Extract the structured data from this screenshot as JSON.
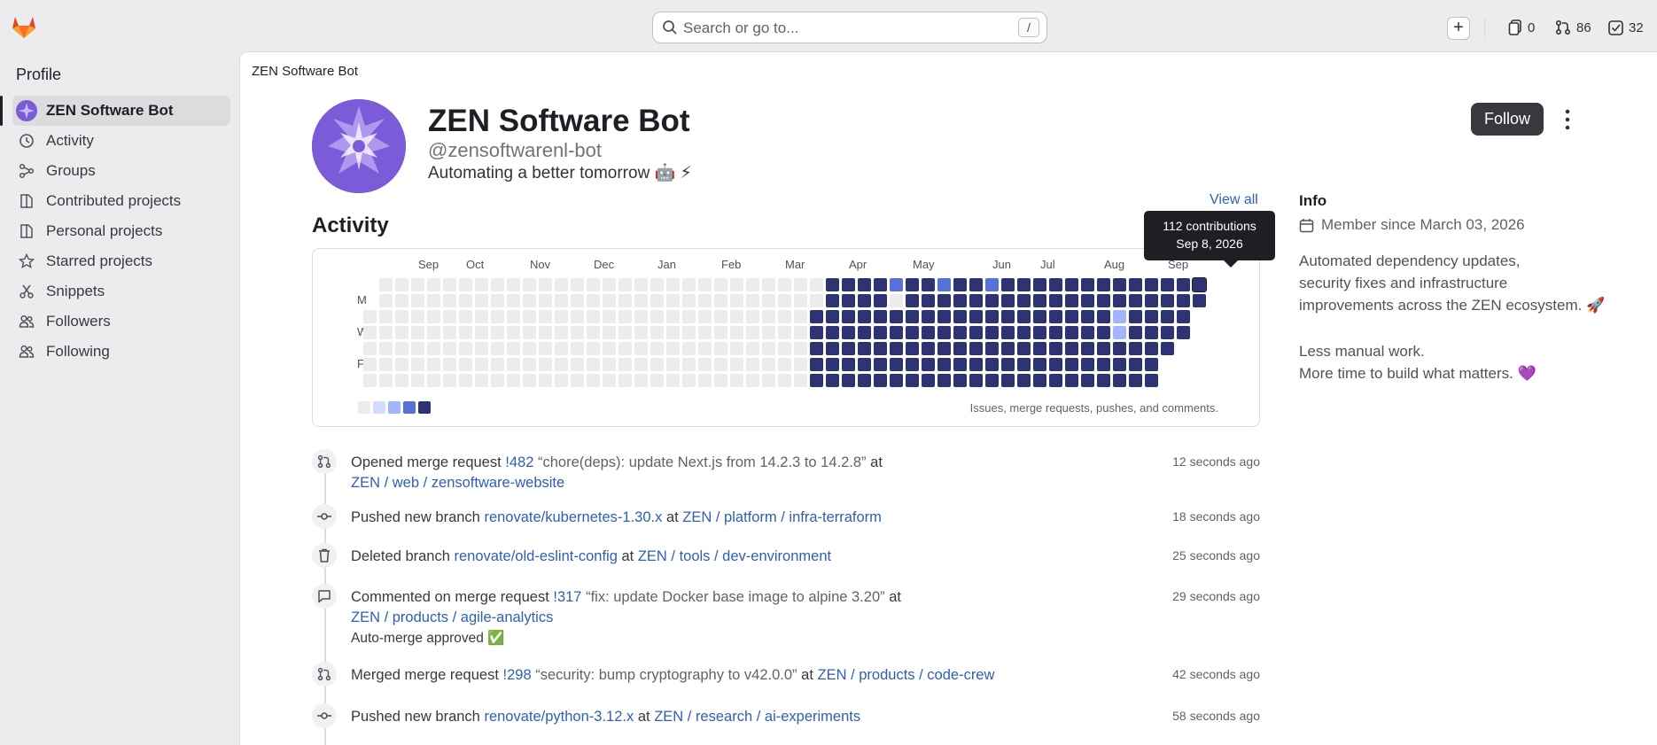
{
  "topbar": {
    "search_placeholder": "Search or go to...",
    "search_shortcut": "/",
    "counters": {
      "issues": "0",
      "merge_requests": "86",
      "todos": "32"
    }
  },
  "sidebar": {
    "title": "Profile",
    "items": [
      {
        "label": "ZEN Software Bot",
        "icon": "avatar"
      },
      {
        "label": "Activity",
        "icon": "history-icon"
      },
      {
        "label": "Groups",
        "icon": "group-icon"
      },
      {
        "label": "Contributed projects",
        "icon": "project-icon"
      },
      {
        "label": "Personal projects",
        "icon": "project-icon"
      },
      {
        "label": "Starred projects",
        "icon": "star-icon"
      },
      {
        "label": "Snippets",
        "icon": "snippet-icon"
      },
      {
        "label": "Followers",
        "icon": "users-icon"
      },
      {
        "label": "Following",
        "icon": "users-icon"
      }
    ]
  },
  "breadcrumb": "ZEN Software Bot",
  "profile": {
    "name": "ZEN Software Bot",
    "handle": "@zensoftwarenl-bot",
    "bio": "Automating a better tomorrow 🤖 ⚡",
    "follow_label": "Follow"
  },
  "activity": {
    "heading": "Activity",
    "view_all": "View all",
    "months": [
      "Sep",
      "Oct",
      "Nov",
      "Dec",
      "Jan",
      "Feb",
      "Mar",
      "Apr",
      "May",
      "Jun",
      "Jul",
      "Aug",
      "Sep"
    ],
    "day_labels": [
      "M",
      "W",
      "F"
    ],
    "legend_note": "Issues, merge requests, pushes, and comments.",
    "tooltip_line1": "112 contributions",
    "tooltip_line2": "Sep 8, 2026",
    "colors": {
      "empty": "#ececef",
      "l1": "#d2dcff",
      "l2": "#a2b6fd",
      "l3": "#5772d6",
      "l4": "#2e3473"
    }
  },
  "events": [
    {
      "icon": "merge-request-icon",
      "action": "Opened merge request",
      "ref": "!482",
      "title": "“chore(deps): update Next.js from 14.2.3 to 14.2.8”",
      "at": "at",
      "project": "ZEN / web / zensoftware-website",
      "time": "12 seconds ago"
    },
    {
      "icon": "commit-icon",
      "action": "Pushed new branch",
      "ref": "renovate/kubernetes-1.30.x",
      "at": "at",
      "project": "ZEN / platform / infra-terraform",
      "time": "18 seconds ago"
    },
    {
      "icon": "trash-icon",
      "action": "Deleted branch",
      "ref": "renovate/old-eslint-config",
      "at": "at",
      "project": "ZEN / tools / dev-environment",
      "time": "25 seconds ago"
    },
    {
      "icon": "comment-icon",
      "action": "Commented on merge request",
      "ref": "!317",
      "title": "“fix: update Docker base image to alpine 3.20”",
      "at": "at",
      "project": "ZEN / products / agile-analytics",
      "note": "Auto-merge approved ✅",
      "time": "29 seconds ago"
    },
    {
      "icon": "merge-request-icon",
      "action": "Merged merge request",
      "ref": "!298",
      "title": "“security: bump cryptography to v42.0.0”",
      "at": "at",
      "project": "ZEN / products / code-crew",
      "time": "42 seconds ago"
    },
    {
      "icon": "commit-icon",
      "action": "Pushed new branch",
      "ref": "renovate/python-3.12.x",
      "at": "at",
      "project": "ZEN / research / ai-experiments",
      "time": "58 seconds ago"
    }
  ],
  "info": {
    "heading": "Info",
    "member_since": "Member since March 03, 2026",
    "para1_line1": "Automated dependency updates,",
    "para1_line2": "security fixes and infrastructure",
    "para1_line3": "improvements across the ZEN ecosystem. 🚀",
    "para2_line1": "Less manual work.",
    "para2_line2": "More time to build what matters. 💜"
  }
}
